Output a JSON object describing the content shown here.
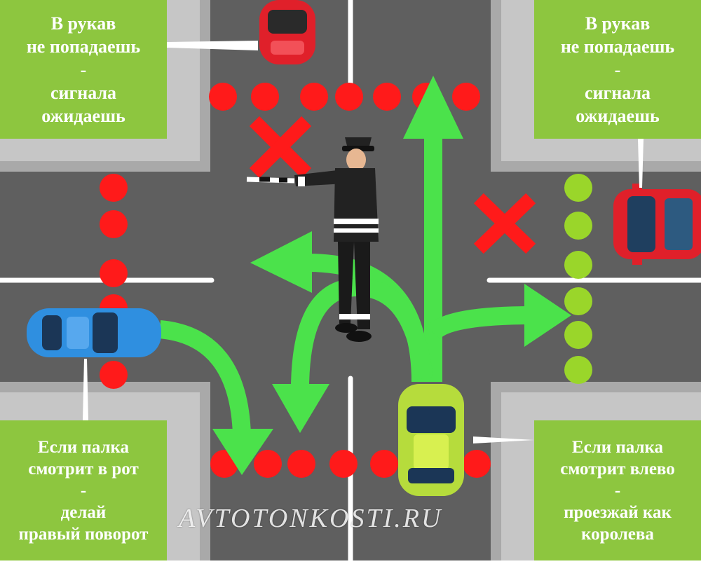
{
  "notes": {
    "top_left": [
      "В рукав",
      "не попадаешь",
      "-",
      "сигнала",
      "ожидаешь"
    ],
    "top_right": [
      "В рукав",
      "не попадаешь",
      "-",
      "сигнала",
      "ожидаешь"
    ],
    "bottom_left": [
      "Если палка",
      "смотрит в рот",
      "-",
      "делай",
      "правый поворот"
    ],
    "bottom_right": [
      "Если палка",
      "смотрит влево",
      "-",
      "проезжай как",
      "королева"
    ]
  },
  "watermark": "AVTOTONKOSTI.RU",
  "icons": {
    "forbidden_marks": [
      "red-x-icon",
      "red-x-icon"
    ],
    "stop_lines": [
      "red-dots",
      "red-dots",
      "red-dots",
      "green-dots"
    ],
    "allowed_moves": [
      "straight-arrow",
      "left-turn-arrow",
      "right-turn-arrow",
      "u-turn-arrow",
      "right-turn-arrow"
    ]
  },
  "colors": {
    "note_background": "#8dc63f",
    "road": "#5f5f5f",
    "sidewalk": "#c4c4c4",
    "forbidden": "#ff1a1a",
    "allowed": "#4be24b",
    "allowed_dots": "#9ad62a"
  }
}
